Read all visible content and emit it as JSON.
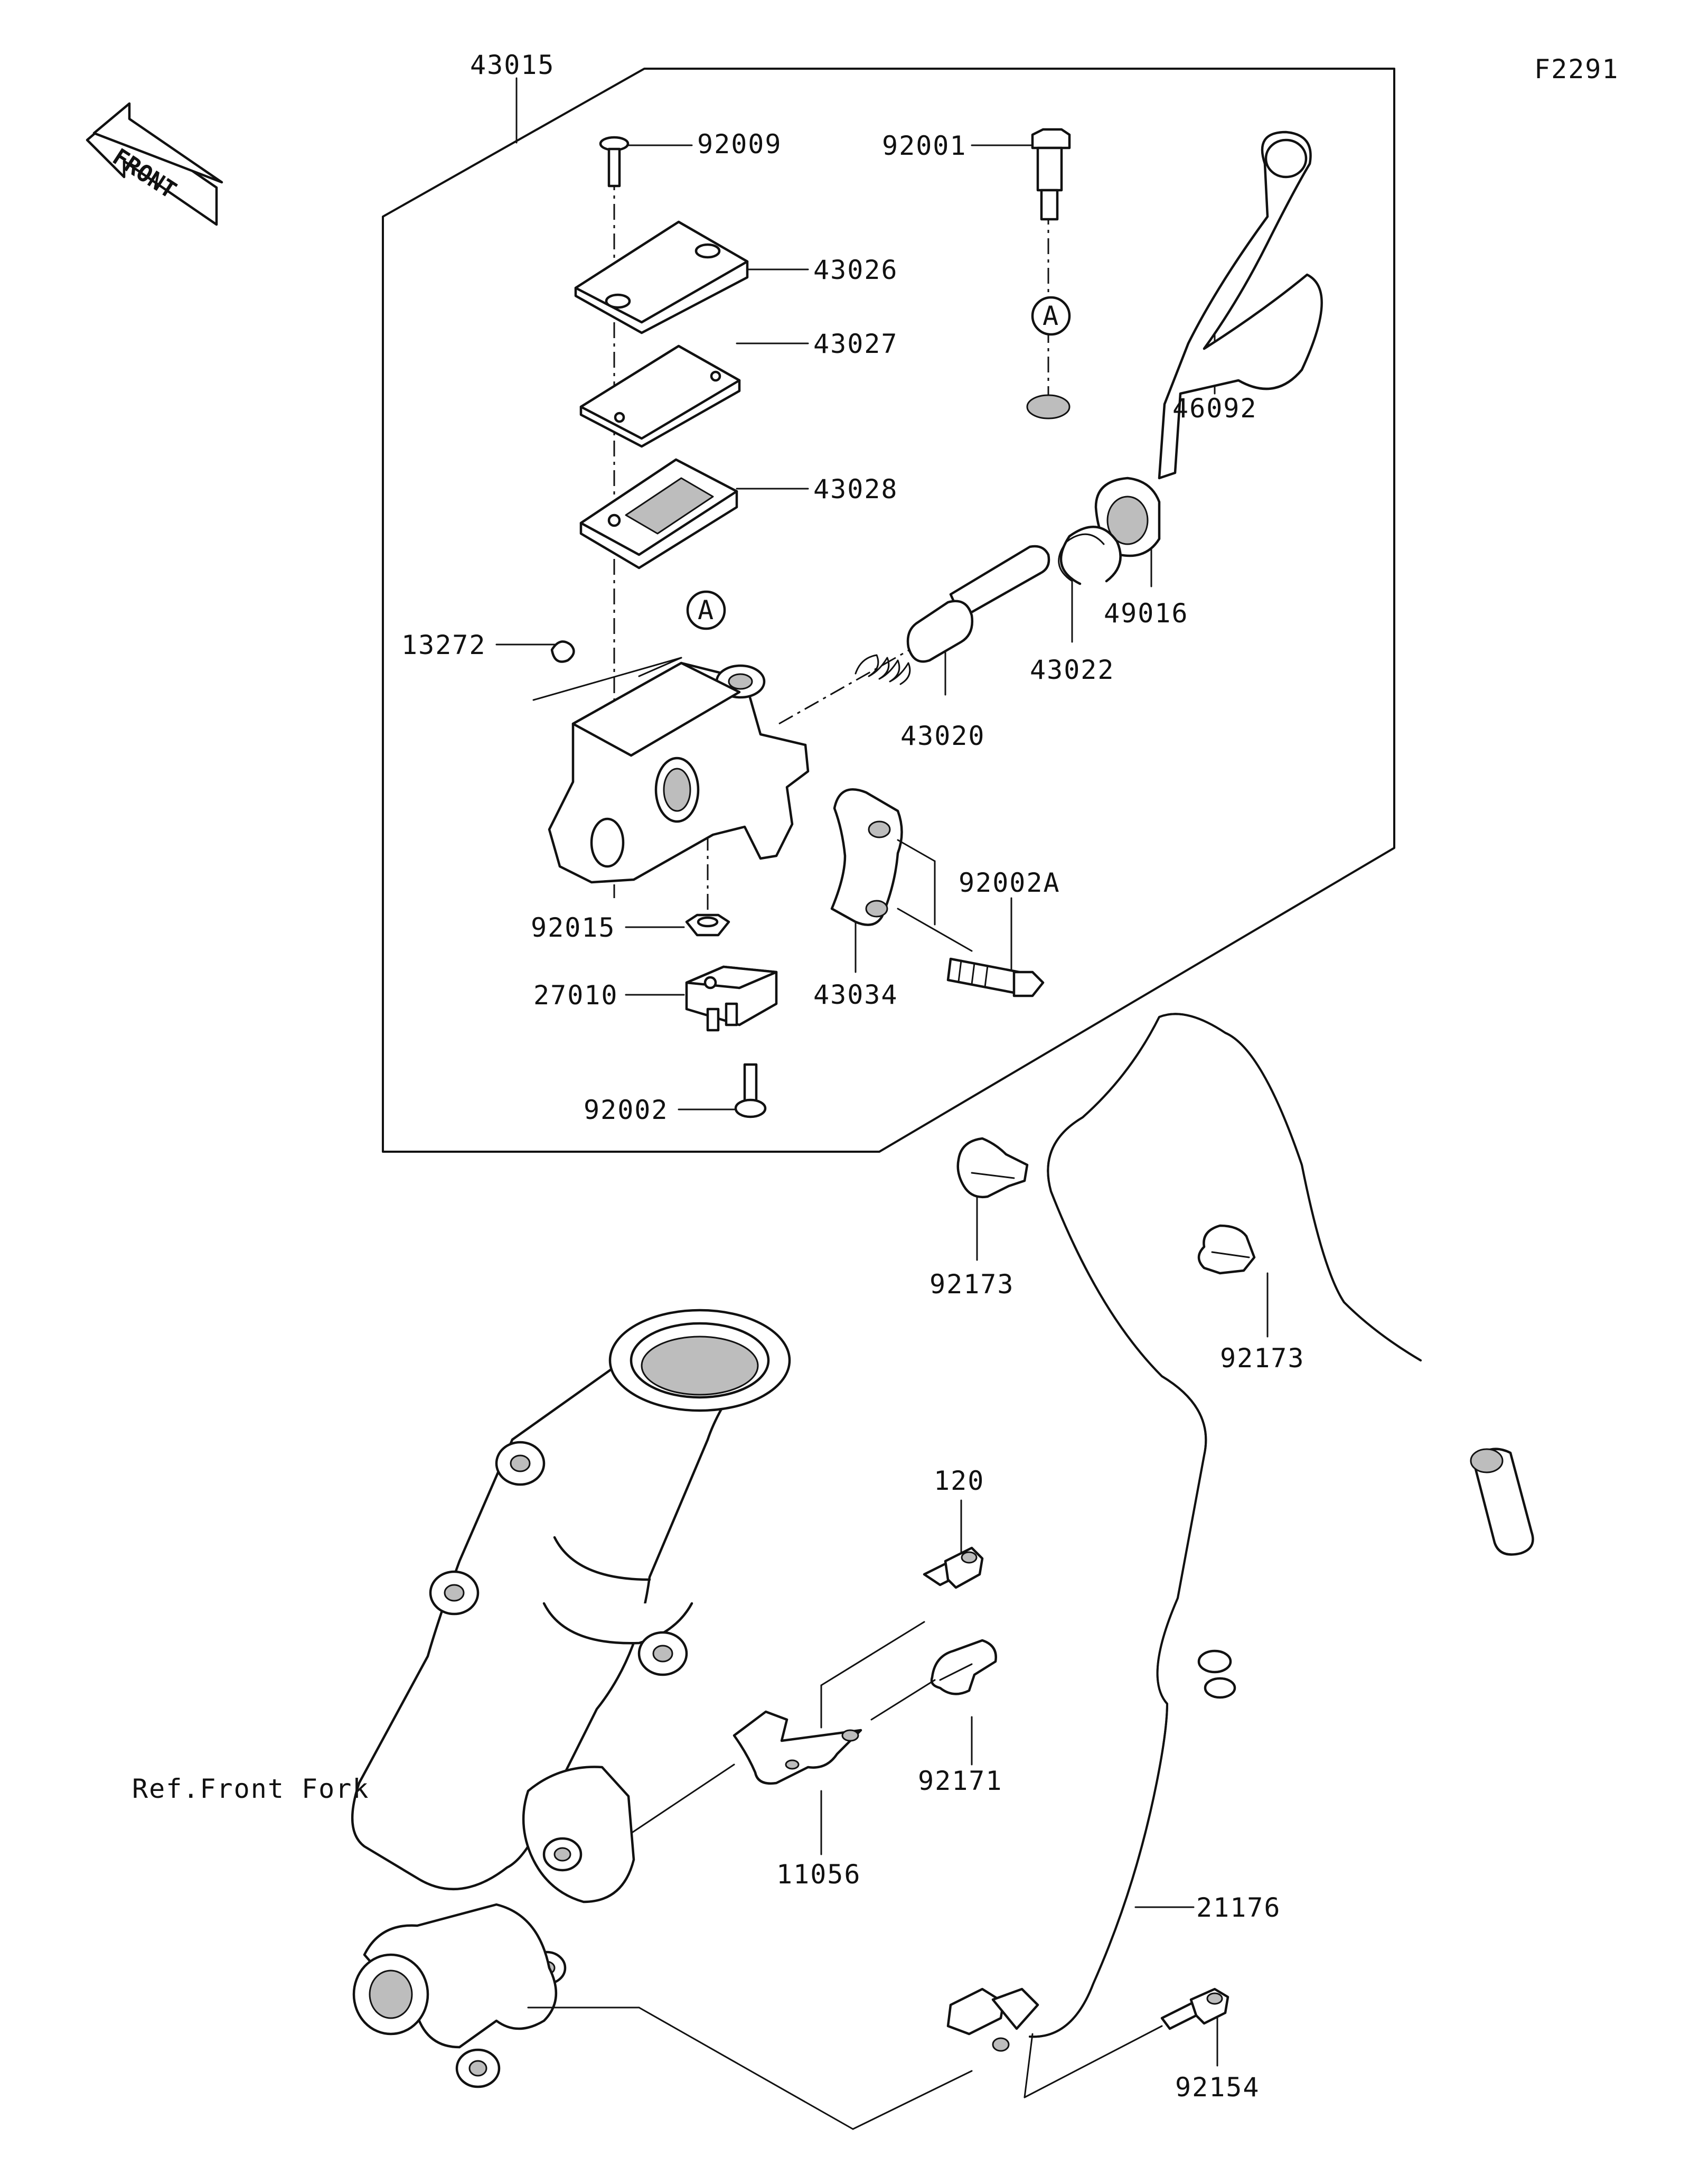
{
  "diagram_code": "F2291",
  "front_label": "FRONT",
  "ref_marker": "A",
  "parts": [
    {
      "id": "p43015",
      "label": "43015"
    },
    {
      "id": "p92009",
      "label": "92009"
    },
    {
      "id": "p43026",
      "label": "43026"
    },
    {
      "id": "p43027",
      "label": "43027"
    },
    {
      "id": "p43028",
      "label": "43028"
    },
    {
      "id": "p13272",
      "label": "13272"
    },
    {
      "id": "p92001",
      "label": "92001"
    },
    {
      "id": "p46092",
      "label": "46092"
    },
    {
      "id": "p49016",
      "label": "49016"
    },
    {
      "id": "p43022",
      "label": "43022"
    },
    {
      "id": "p43020",
      "label": "43020"
    },
    {
      "id": "p92002A",
      "label": "92002A"
    },
    {
      "id": "p43034",
      "label": "43034"
    },
    {
      "id": "p92015",
      "label": "92015"
    },
    {
      "id": "p27010",
      "label": "27010"
    },
    {
      "id": "p92002",
      "label": "92002"
    },
    {
      "id": "p92173a",
      "label": "92173"
    },
    {
      "id": "p92173b",
      "label": "92173"
    },
    {
      "id": "p120",
      "label": "120"
    },
    {
      "id": "p92171",
      "label": "92171"
    },
    {
      "id": "p11056",
      "label": "11056"
    },
    {
      "id": "p21176",
      "label": "21176"
    },
    {
      "id": "p92154",
      "label": "92154"
    },
    {
      "id": "pRef",
      "label": "Ref.Front Fork"
    }
  ]
}
